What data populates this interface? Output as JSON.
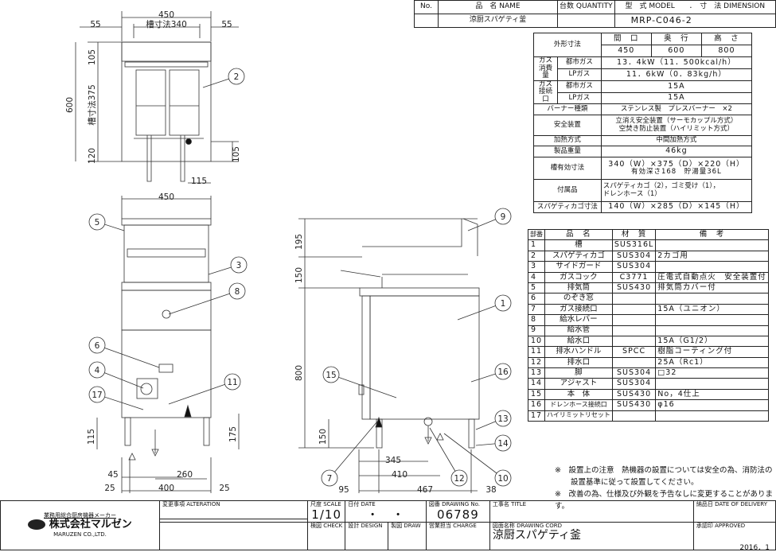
{
  "header": {
    "no_label": "No.",
    "name_label": "品　名 NAME",
    "qty_label": "台数 QUANTITY",
    "model_label": "型　式 MODEL　　．　寸　法 DIMENSION",
    "product_name": "涼厨スパゲティ釜",
    "model": "MRP-C046-2"
  },
  "spec": {
    "outer_label": "外形寸法",
    "w_label": "間　口",
    "d_label": "奥　行",
    "h_label": "高　さ",
    "w": "450",
    "d": "600",
    "h": "800",
    "gas_use_label": "ガス消費量",
    "city_gas": "都市ガス",
    "lp_gas": "LPガス",
    "use_city": "13．4kW（11．500kcal/h）",
    "use_lp": "11．6kW（0．83kg/h）",
    "gas_conn_label": "ガス接続口",
    "conn_city": "15A",
    "conn_lp": "15A",
    "burner_label": "バーナー種類",
    "burner": "ステンレス製　プレスバーナー　×2",
    "safety_label": "安全装置",
    "safety1": "立消え安全装置（サーモカップル方式）",
    "safety2": "空焚き防止装置（ハイリミット方式）",
    "heating_label": "加熱方式",
    "heating": "中間加熱方式",
    "weight_label": "製品重量",
    "weight": "46kg",
    "tank_label": "槽有効寸法",
    "tank1": "340（W）×375（D）×220（H）",
    "tank2": "有効深さ168　貯湯量36L",
    "acc_label": "付属品",
    "acc1": "スパゲティカゴ（2），ゴミ受け（1），",
    "acc2": "ドレンホース（1）",
    "basket_label": "スパゲティカゴ寸法",
    "basket": "140（W）×285（D）×145（H）"
  },
  "parts": {
    "headers": [
      "部番",
      "品　名",
      "材　質",
      "備　考"
    ],
    "rows": [
      [
        "1",
        "槽",
        "SUS316L",
        ""
      ],
      [
        "2",
        "スパゲティカゴ",
        "SUS304",
        "2カゴ用"
      ],
      [
        "3",
        "サイドガード",
        "SUS304",
        ""
      ],
      [
        "4",
        "ガスコック",
        "C3771",
        "圧電式自動点火　安全装置付"
      ],
      [
        "5",
        "排気筒",
        "SUS430",
        "排気筒カバー付"
      ],
      [
        "6",
        "のぞき窓",
        "",
        ""
      ],
      [
        "7",
        "ガス接続口",
        "",
        "15A（ユニオン）"
      ],
      [
        "8",
        "給水レバー",
        "",
        ""
      ],
      [
        "9",
        "給水管",
        "",
        ""
      ],
      [
        "10",
        "給水口",
        "",
        "15A（G1/2）"
      ],
      [
        "11",
        "排水ハンドル",
        "SPCC",
        "樹脂コーティング付"
      ],
      [
        "12",
        "排水口",
        "",
        "25A（Rc1）"
      ],
      [
        "13",
        "脚",
        "SUS304",
        "□32"
      ],
      [
        "14",
        "アジャスト",
        "SUS304",
        ""
      ],
      [
        "15",
        "本　体",
        "SUS430",
        "No，4仕上"
      ],
      [
        "16",
        "ドレンホース接続口",
        "SUS430",
        "φ16"
      ],
      [
        "17",
        "ハイリミットリセット",
        "",
        ""
      ]
    ]
  },
  "notes": {
    "n1": "※　設置上の注意　熱機器の設置については安全の為、消防法の",
    "n1b": "設置基準に従って設置してください。",
    "n2": "※　改善の為、仕様及び外観を予告なしに変更することがあります。"
  },
  "titleblock": {
    "maker_caption": "業務用総合厨房機器メーカー",
    "company": "株式会社マルゼン",
    "company_en": "MARUZEN CO.,LTD.",
    "alteration_label": "変更事項 ALTERATION",
    "scale_label": "尺度 SCALE",
    "scale": "1/10",
    "date_label": "日付 DATE",
    "date": "・　・",
    "drawing_no_label": "図番 DRAWING No.",
    "drawing_no": "06789",
    "title_label": "工事名 TITLE",
    "delivery_label": "納品日 DATE OF DELIVERY",
    "check_label": "検図 CHECK",
    "design_label": "設計 DESIGN",
    "draw_label": "製図 DRAW",
    "charge_label": "営業担当 CHARGE",
    "cord_label": "図面名称 DRAWING CORD",
    "cord": "涼厨スパゲティ釜",
    "approved_label": "承認印 APPROVED",
    "year": "2016．1"
  },
  "dims": {
    "top_w": "450",
    "top_55l": "55",
    "top_340": "槽寸法340",
    "top_55r": "55",
    "top_600": "600",
    "top_105": "105",
    "top_375": "槽寸法375",
    "top_120": "120",
    "top_105r": "105",
    "top_115": "115",
    "front_450": "450",
    "front_115": "115",
    "front_175": "175",
    "front_45": "45",
    "front_260": "260",
    "front_25l": "25",
    "front_400": "400",
    "front_25r": "25",
    "side_195": "195",
    "side_150": "150",
    "side_800": "800",
    "side_150b": "150",
    "side_345": "345",
    "side_410": "410",
    "side_95": "95",
    "side_467": "467",
    "side_38": "38"
  },
  "callouts": {
    "c1": "1",
    "c2": "2",
    "c3": "3",
    "c4": "4",
    "c5": "5",
    "c6": "6",
    "c7": "7",
    "c8": "8",
    "c9": "9",
    "c10": "10",
    "c11": "11",
    "c12": "12",
    "c13": "13",
    "c14": "14",
    "c15": "15",
    "c16": "16",
    "c17": "17"
  }
}
